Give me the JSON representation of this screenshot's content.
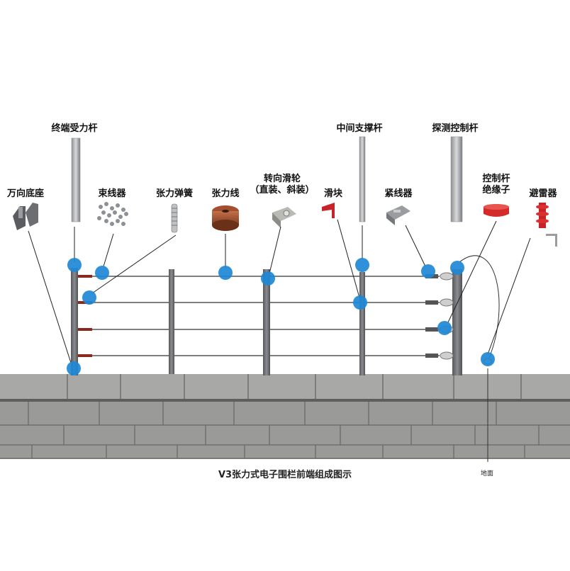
{
  "labels": {
    "terminal_pole": "终端受力杆",
    "universal_base": "万向底座",
    "wire_tie": "束线器",
    "tension_spring": "张力弹簧",
    "tension_wire": "张力线",
    "pulley_line1": "转向滑轮",
    "pulley_line2": "（直装、斜装）",
    "mid_support_pole": "中间支撑杆",
    "slider": "滑块",
    "tightener": "紧线器",
    "detect_control_pole": "探测控制杆",
    "control_insulator_line1": "控制杆",
    "control_insulator_line2": "绝缘子",
    "lightning_arrester": "避雷器"
  },
  "caption": "V3张力式电子围栏前端组成图示",
  "ground_label": "地面",
  "colors": {
    "marker_blue": "#1e88d6",
    "wire": "#333333",
    "pole": "#6d6f73",
    "wall_stone": "#9a9a98",
    "insulator_red": "#d42a2a"
  }
}
